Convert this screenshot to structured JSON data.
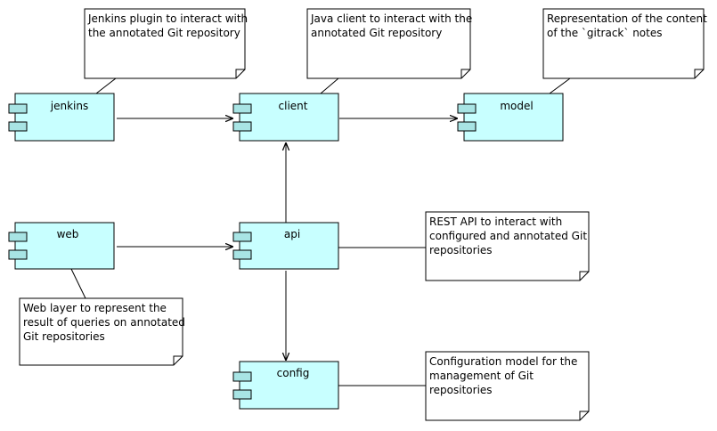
{
  "colors": {
    "component_fill": "#c8ffff",
    "component_port_fill": "#a8e4e4",
    "note_fill": "#ffffff",
    "line": "#000000"
  },
  "components": {
    "jenkins": "jenkins",
    "client": "client",
    "model": "model",
    "web": "web",
    "api": "api",
    "config": "config"
  },
  "notes": {
    "jenkins": [
      "Jenkins plugin to interact with",
      "the annotated Git repository"
    ],
    "client": [
      "Java client to interact with the",
      "annotated Git repository"
    ],
    "model": [
      "Representation of the content",
      "of the `gitrack` notes"
    ],
    "web": [
      "Web layer to represent the",
      "result of queries on annotated",
      "Git repositories"
    ],
    "api": [
      "REST API to interact with",
      "configured and annotated Git",
      "repositories"
    ],
    "config": [
      "Configuration model for the",
      "management of Git",
      "repositories"
    ]
  }
}
